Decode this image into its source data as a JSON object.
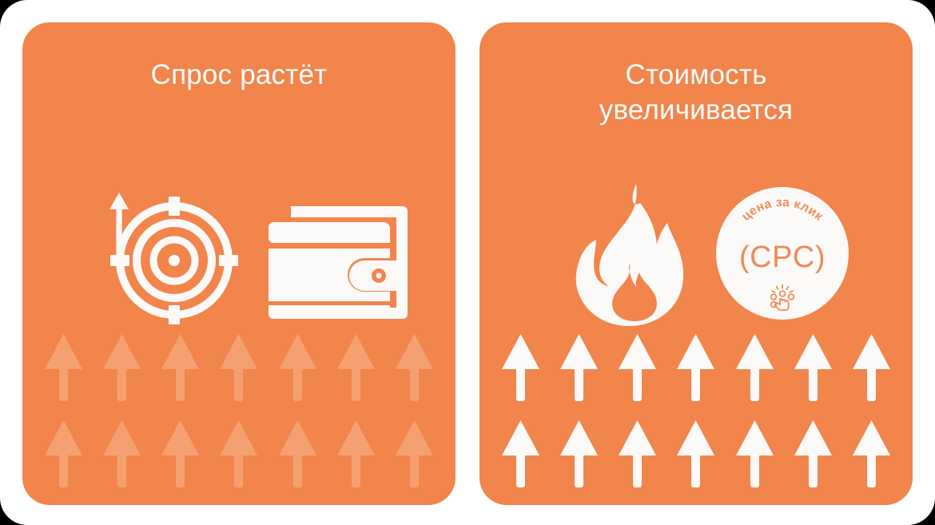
{
  "page": {
    "background": "#ffffff",
    "accent": "#F2854C",
    "accent_light": "#F5A071",
    "accent_text": "#F08A55",
    "on_accent": "#FCFCFC"
  },
  "cards": [
    {
      "id": "demand",
      "title": "Спрос растёт",
      "icons": [
        {
          "name": "up-arrow-icon",
          "label": "рост"
        },
        {
          "name": "target-icon",
          "label": "цель"
        },
        {
          "name": "wallet-icon",
          "label": "кошелёк"
        }
      ],
      "arrows": {
        "style": "soft",
        "rows": 2,
        "per_row": 7,
        "color": "#F5A071",
        "direction": "up"
      }
    },
    {
      "id": "cost",
      "title": "Стоимость\nувеличивается",
      "icons": [
        {
          "name": "flame-icon",
          "label": "огонь"
        },
        {
          "name": "cpc-badge",
          "label": "CPC"
        }
      ],
      "badge": {
        "arc_text": "цена за клик",
        "main_text": "(CPC)",
        "icon": "tap-click-icon",
        "circle_color": "#FBFAF8",
        "text_color": "#F08A55"
      },
      "arrows": {
        "style": "bright",
        "rows": 2,
        "per_row": 7,
        "color": "#FCFAF8",
        "direction": "up"
      }
    }
  ]
}
